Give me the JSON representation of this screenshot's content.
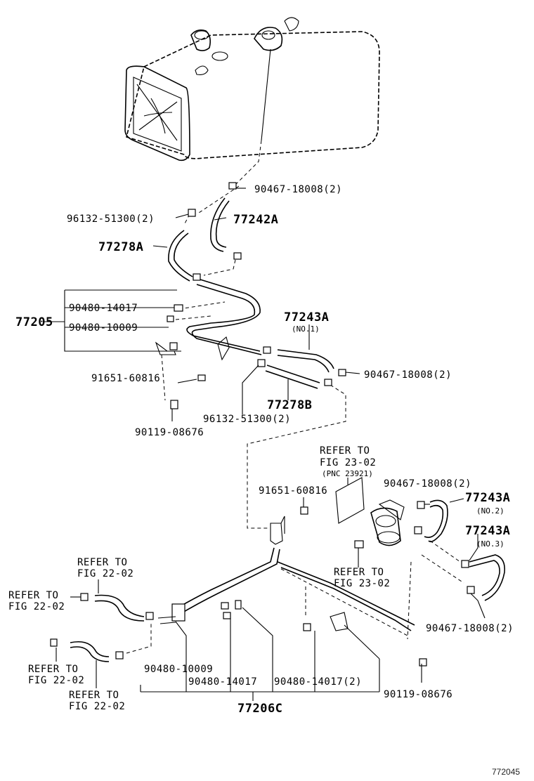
{
  "callouts": {
    "clip_top": "90467-18008(2)",
    "clamp_upper": "96132-51300(2)",
    "hose_upper_a": "77242A",
    "hose_upper_b": "77278A",
    "group_upper": "77205",
    "grp_u1": "90480-14017",
    "grp_u2": "90480-10009",
    "hose_mid": "77243A",
    "hose_mid_no": "(NO.1)",
    "bolt_mid": "91651-60816",
    "clip_mid": "90467-18008(2)",
    "hose_mid_b": "77278B",
    "clamp_mid": "96132-51300(2)",
    "bolt_mid2": "90119-08676",
    "bolt_lower": "91651-60816",
    "clip_lower": "90467-18008(2)",
    "hose_no2": "77243A",
    "hose_no2_no": "(NO.2)",
    "hose_no3": "77243A",
    "hose_no3_no": "(NO.3)",
    "clip_lower2": "90467-18008(2)",
    "bolt_lower2": "90119-08676",
    "grp_l1": "90480-10009",
    "grp_l2": "90480-14017",
    "grp_l3": "90480-14017(2)",
    "group_lower": "77206C"
  },
  "refers": {
    "canister_a": [
      "REFER TO",
      "FIG 23-02",
      "(PNC 23921)"
    ],
    "canister_b": [
      "REFER TO",
      "FIG 23-02"
    ],
    "fig22_a": [
      "REFER TO",
      "FIG 22-02"
    ],
    "fig22_b": [
      "REFER TO",
      "FIG 22-02"
    ],
    "fig22_c": [
      "REFER TO",
      "FIG 22-02"
    ],
    "fig22_d": [
      "REFER TO",
      "FIG 22-02"
    ]
  },
  "figure_id": "772045"
}
